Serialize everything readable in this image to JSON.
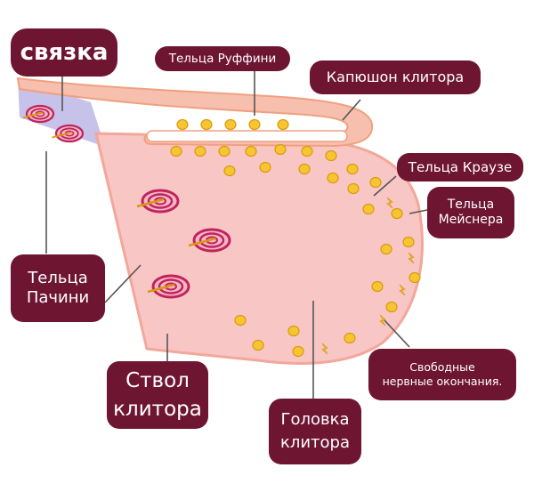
{
  "labels": {
    "ligament": "связка",
    "ruffini": "Тельца Руффини",
    "hood": "Капюшон клитора",
    "krause": "Тельца Краузе",
    "meissner_1": "Тельца",
    "meissner_2": "Мейснера",
    "pacini_1": "Тельца",
    "pacini_2": "Пачини",
    "shaft_1": "Ствол",
    "shaft_2": "клитора",
    "free_1": "Свободные",
    "free_2": "нервные окончания.",
    "glans_1": "Головка",
    "glans_2": "клитора"
  },
  "colors": {
    "label_bg": "#6e1532",
    "label_text": "#ffffff",
    "tissue": "#f8c6c4",
    "tissue_outline": "#f3a79a",
    "hood": "#f6bfae",
    "ligament": "#c6c2ea",
    "receptor": "#f7c531",
    "receptor_outline": "#d99a10",
    "pacinian": "#c0245a",
    "leader_line": "#555555"
  },
  "icons": {
    "pacinian": "pacinian-corpuscle-icon",
    "free_ending": "nerve-ending-bolt-icon"
  }
}
